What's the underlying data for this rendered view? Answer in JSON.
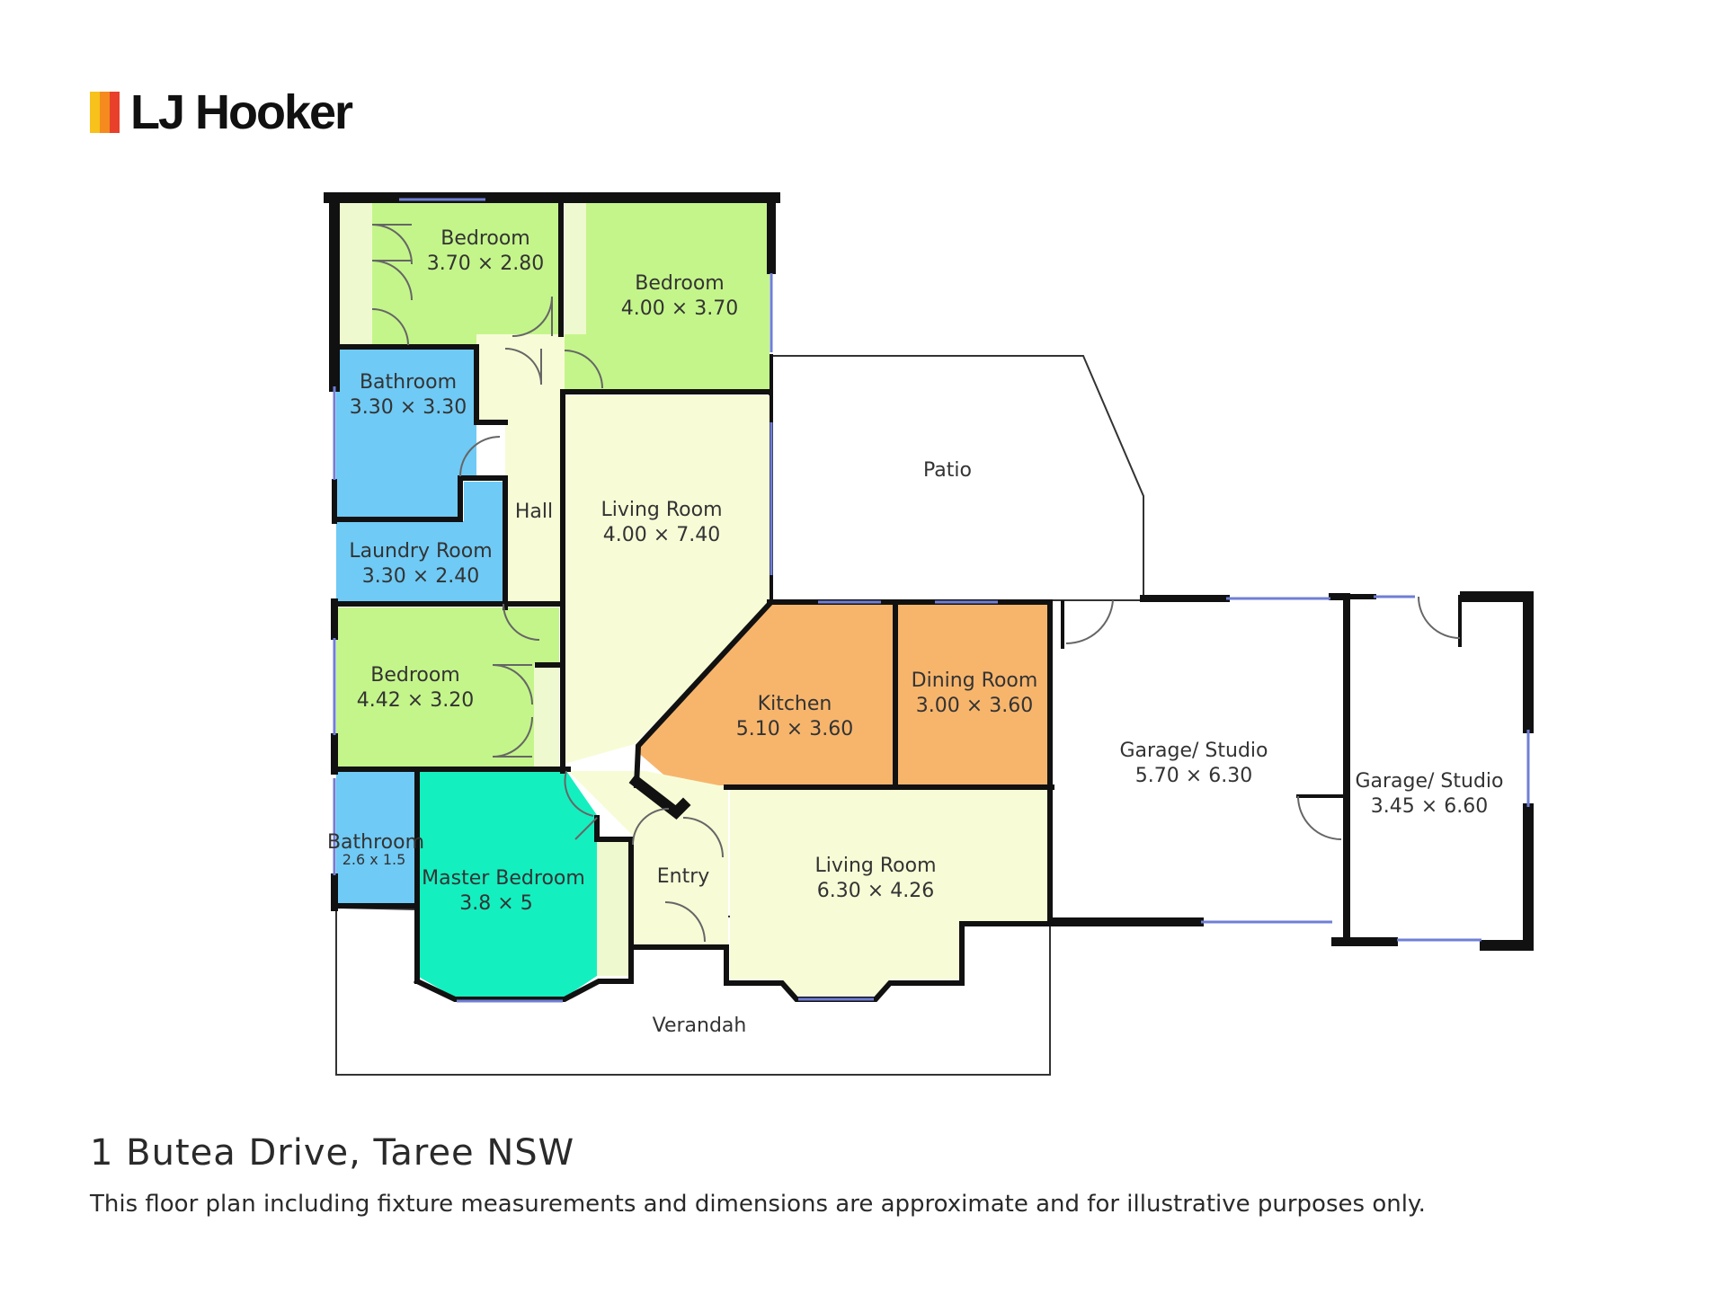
{
  "brand": {
    "name": "LJ Hooker",
    "logo_colors": [
      "#f7c21b",
      "#f58a1f",
      "#e8402a"
    ]
  },
  "colors": {
    "wall": "#111111",
    "window": "#6f7fd6",
    "bedroom": "#c4f58a",
    "wet": "#6fcaf5",
    "living": "#f7fcd6",
    "kitchen": "#f7b56c",
    "master": "#14efc0",
    "outdoor": "#ffffff",
    "light_bedroom": "#eef9cf"
  },
  "rooms": {
    "bedroom_1": {
      "name": "Bedroom",
      "dims": "3.70 × 2.80"
    },
    "bedroom_2": {
      "name": "Bedroom",
      "dims": "4.00 × 3.70"
    },
    "bathroom_1": {
      "name": "Bathroom",
      "dims": "3.30 × 3.30"
    },
    "hall": {
      "name": "Hall"
    },
    "laundry": {
      "name": "Laundry Room",
      "dims": "3.30 × 2.40"
    },
    "living_1": {
      "name": "Living Room",
      "dims": "4.00 × 7.40"
    },
    "patio": {
      "name": "Patio"
    },
    "bedroom_3": {
      "name": "Bedroom",
      "dims": "4.42 × 3.20"
    },
    "kitchen": {
      "name": "Kitchen",
      "dims": "5.10 × 3.60"
    },
    "dining": {
      "name": "Dining Room",
      "dims": "3.00 × 3.60"
    },
    "garage_1": {
      "name": "Garage/ Studio",
      "dims": "5.70 × 6.30"
    },
    "garage_2": {
      "name": "Garage/ Studio",
      "dims": "3.45 × 6.60"
    },
    "bathroom_2": {
      "name": "Bathroom",
      "dims": "2.6 x 1.5"
    },
    "master": {
      "name": "Master Bedroom",
      "dims": "3.8 × 5"
    },
    "entry": {
      "name": "Entry"
    },
    "living_2": {
      "name": "Living Room",
      "dims": "6.30 × 4.26"
    },
    "verandah": {
      "name": "Verandah"
    }
  },
  "footer": {
    "address": "1 Butea Drive, Taree NSW",
    "disclaimer": "This floor plan including fixture measurements and dimensions are approximate and for illustrative purposes only."
  }
}
